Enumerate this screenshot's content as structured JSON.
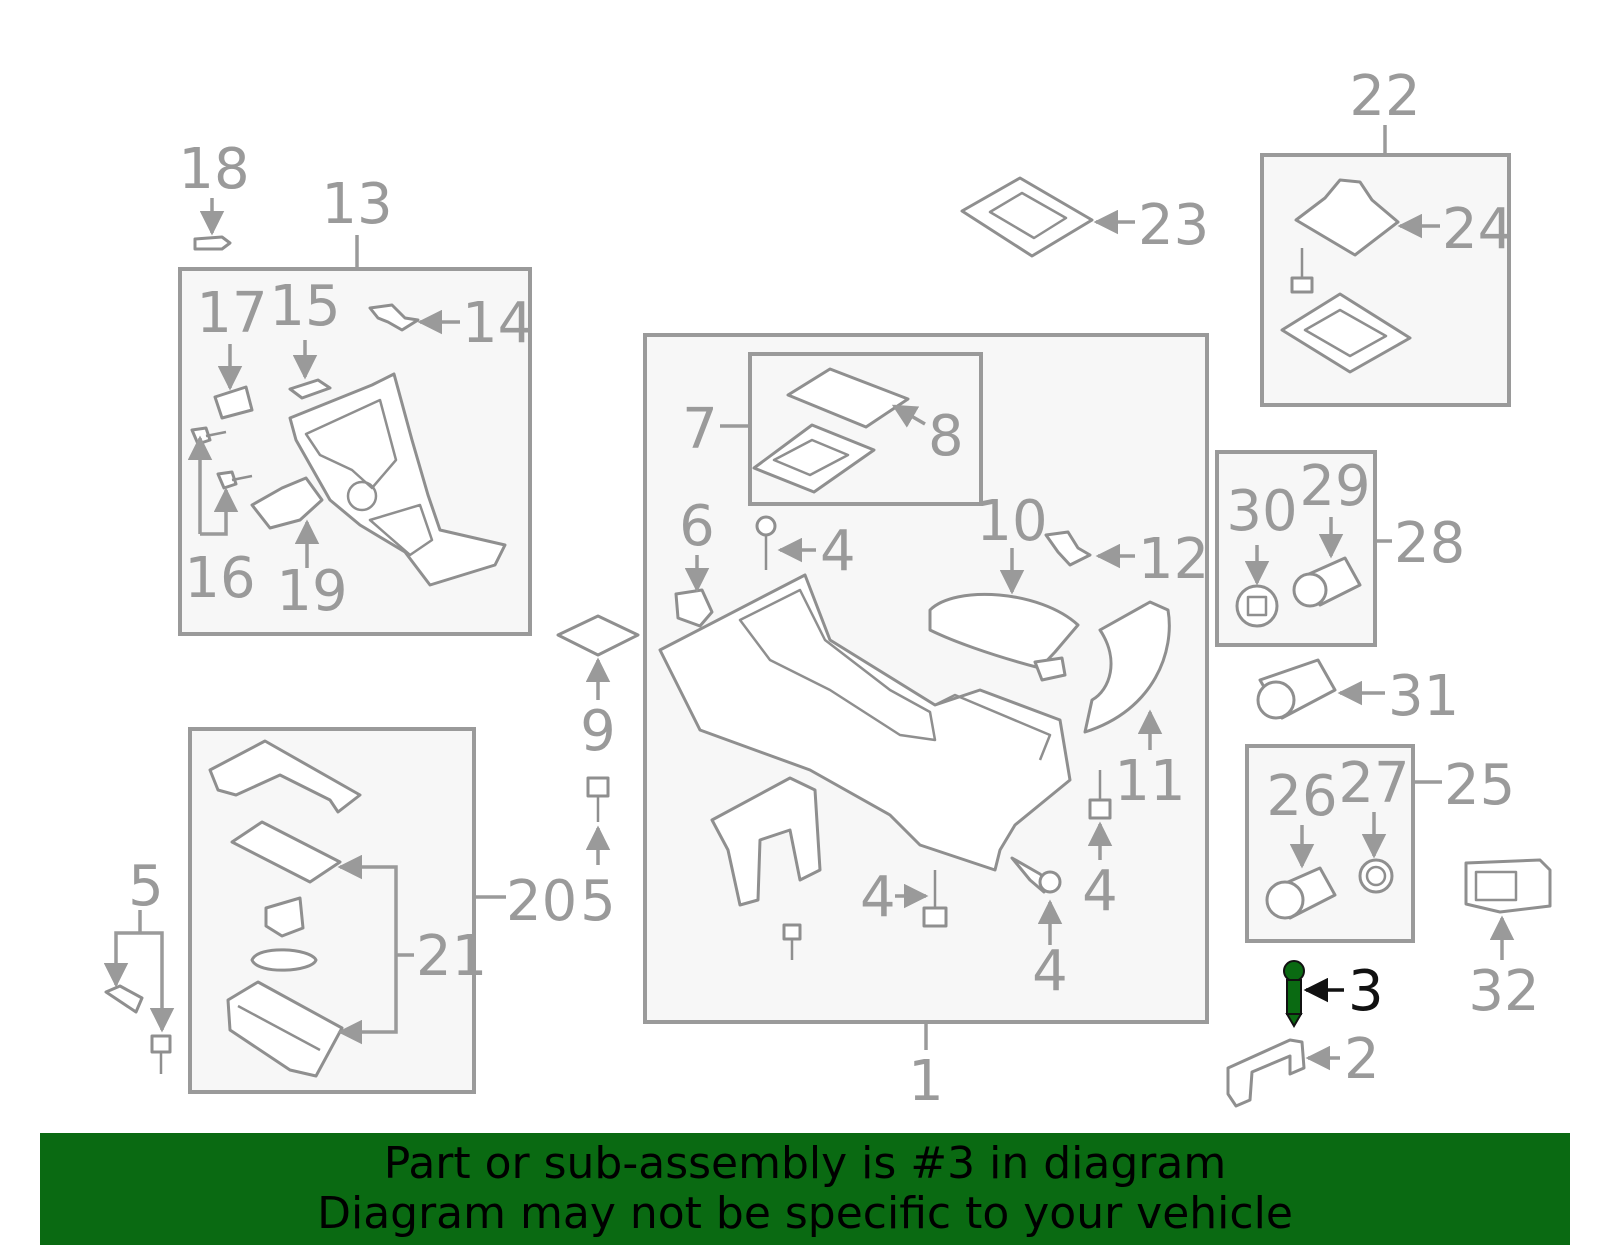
{
  "diagram": {
    "highlighted_callout": "3",
    "highlight_color": "#0a6a12",
    "line_color": "#9a9a9a",
    "callouts": {
      "c1": "1",
      "c2": "2",
      "c3": "3",
      "c4": "4",
      "c5": "5",
      "c6": "6",
      "c7": "7",
      "c8": "8",
      "c9": "9",
      "c10": "10",
      "c11": "11",
      "c12": "12",
      "c13": "13",
      "c14": "14",
      "c15": "15",
      "c16": "16",
      "c17": "17",
      "c18": "18",
      "c19": "19",
      "c20": "20",
      "c21": "21",
      "c22": "22",
      "c23": "23",
      "c24": "24",
      "c25": "25",
      "c26": "26",
      "c27": "27",
      "c28": "28",
      "c29": "29",
      "c30": "30",
      "c31": "31",
      "c32": "32"
    }
  },
  "banner": {
    "line1": "Part or sub-assembly is #3 in diagram",
    "line2": "Diagram may not be specific to your vehicle",
    "background": "#0a6a12"
  }
}
